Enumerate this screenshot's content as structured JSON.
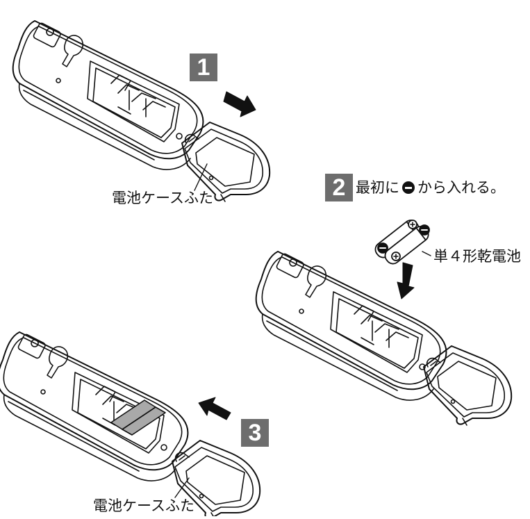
{
  "steps": {
    "step1": {
      "number": "1"
    },
    "step2": {
      "number": "2",
      "text_before": "最初に",
      "text_after": "から入れる。",
      "minus_icon": "minus-circle-icon"
    },
    "step3": {
      "number": "3"
    }
  },
  "labels": {
    "cover_top": "電池ケースふた",
    "battery": "単４形乾電池",
    "cover_bottom": "電池ケースふた"
  },
  "colors": {
    "badge": "#6d6d6d",
    "battery_fill": "#a9a9a9",
    "line": "#111111"
  }
}
